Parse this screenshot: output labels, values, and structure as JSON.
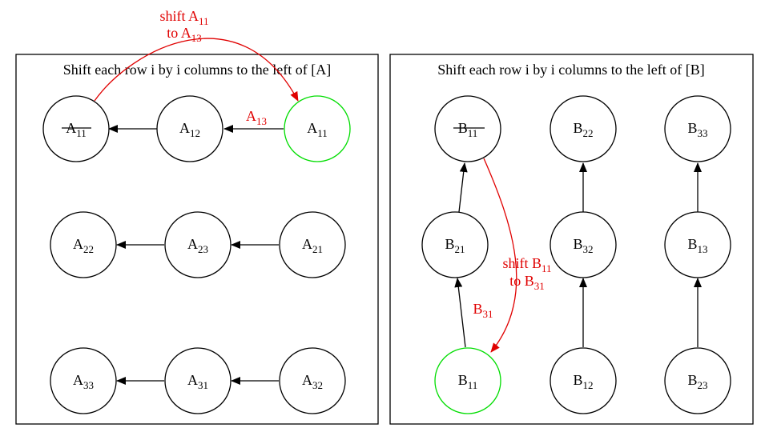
{
  "clusters": {
    "a": {
      "title": "Shift each row i by i columns to the left of [A]"
    },
    "b": {
      "title": "Shift each row i by i columns to the left of [B]"
    }
  },
  "nodes": {
    "a_r1c1": {
      "base": "A",
      "sub": "11"
    },
    "a_r1c2": {
      "base": "A",
      "sub": "12"
    },
    "a_r1c3": {
      "base": "A",
      "sub": "11"
    },
    "a_r2c1": {
      "base": "A",
      "sub": "22"
    },
    "a_r2c2": {
      "base": "A",
      "sub": "23"
    },
    "a_r2c3": {
      "base": "A",
      "sub": "21"
    },
    "a_r3c1": {
      "base": "A",
      "sub": "33"
    },
    "a_r3c2": {
      "base": "A",
      "sub": "31"
    },
    "a_r3c3": {
      "base": "A",
      "sub": "32"
    },
    "b_r1c1": {
      "base": "B",
      "sub": "11"
    },
    "b_r1c2": {
      "base": "B",
      "sub": "22"
    },
    "b_r1c3": {
      "base": "B",
      "sub": "33"
    },
    "b_r2c1": {
      "base": "B",
      "sub": "21"
    },
    "b_r2c2": {
      "base": "B",
      "sub": "32"
    },
    "b_r2c3": {
      "base": "B",
      "sub": "13"
    },
    "b_r3c1": {
      "base": "B",
      "sub": "11"
    },
    "b_r3c2": {
      "base": "B",
      "sub": "12"
    },
    "b_r3c3": {
      "base": "B",
      "sub": "23"
    }
  },
  "labels": {
    "a_arc_line1": {
      "text": "shift A",
      "sub": "11"
    },
    "a_arc_line2": {
      "text": "to A",
      "sub": "13"
    },
    "a_edge": {
      "text": "A",
      "sub": "13"
    },
    "b_arc_line1": {
      "text": "shift B",
      "sub": "11"
    },
    "b_arc_line2": {
      "text": "to B",
      "sub": "31"
    },
    "b_edge": {
      "text": "B",
      "sub": "31"
    }
  },
  "colors": {
    "highlight": "#00dd00",
    "shift_arrow": "#e00000",
    "default": "#000000"
  }
}
